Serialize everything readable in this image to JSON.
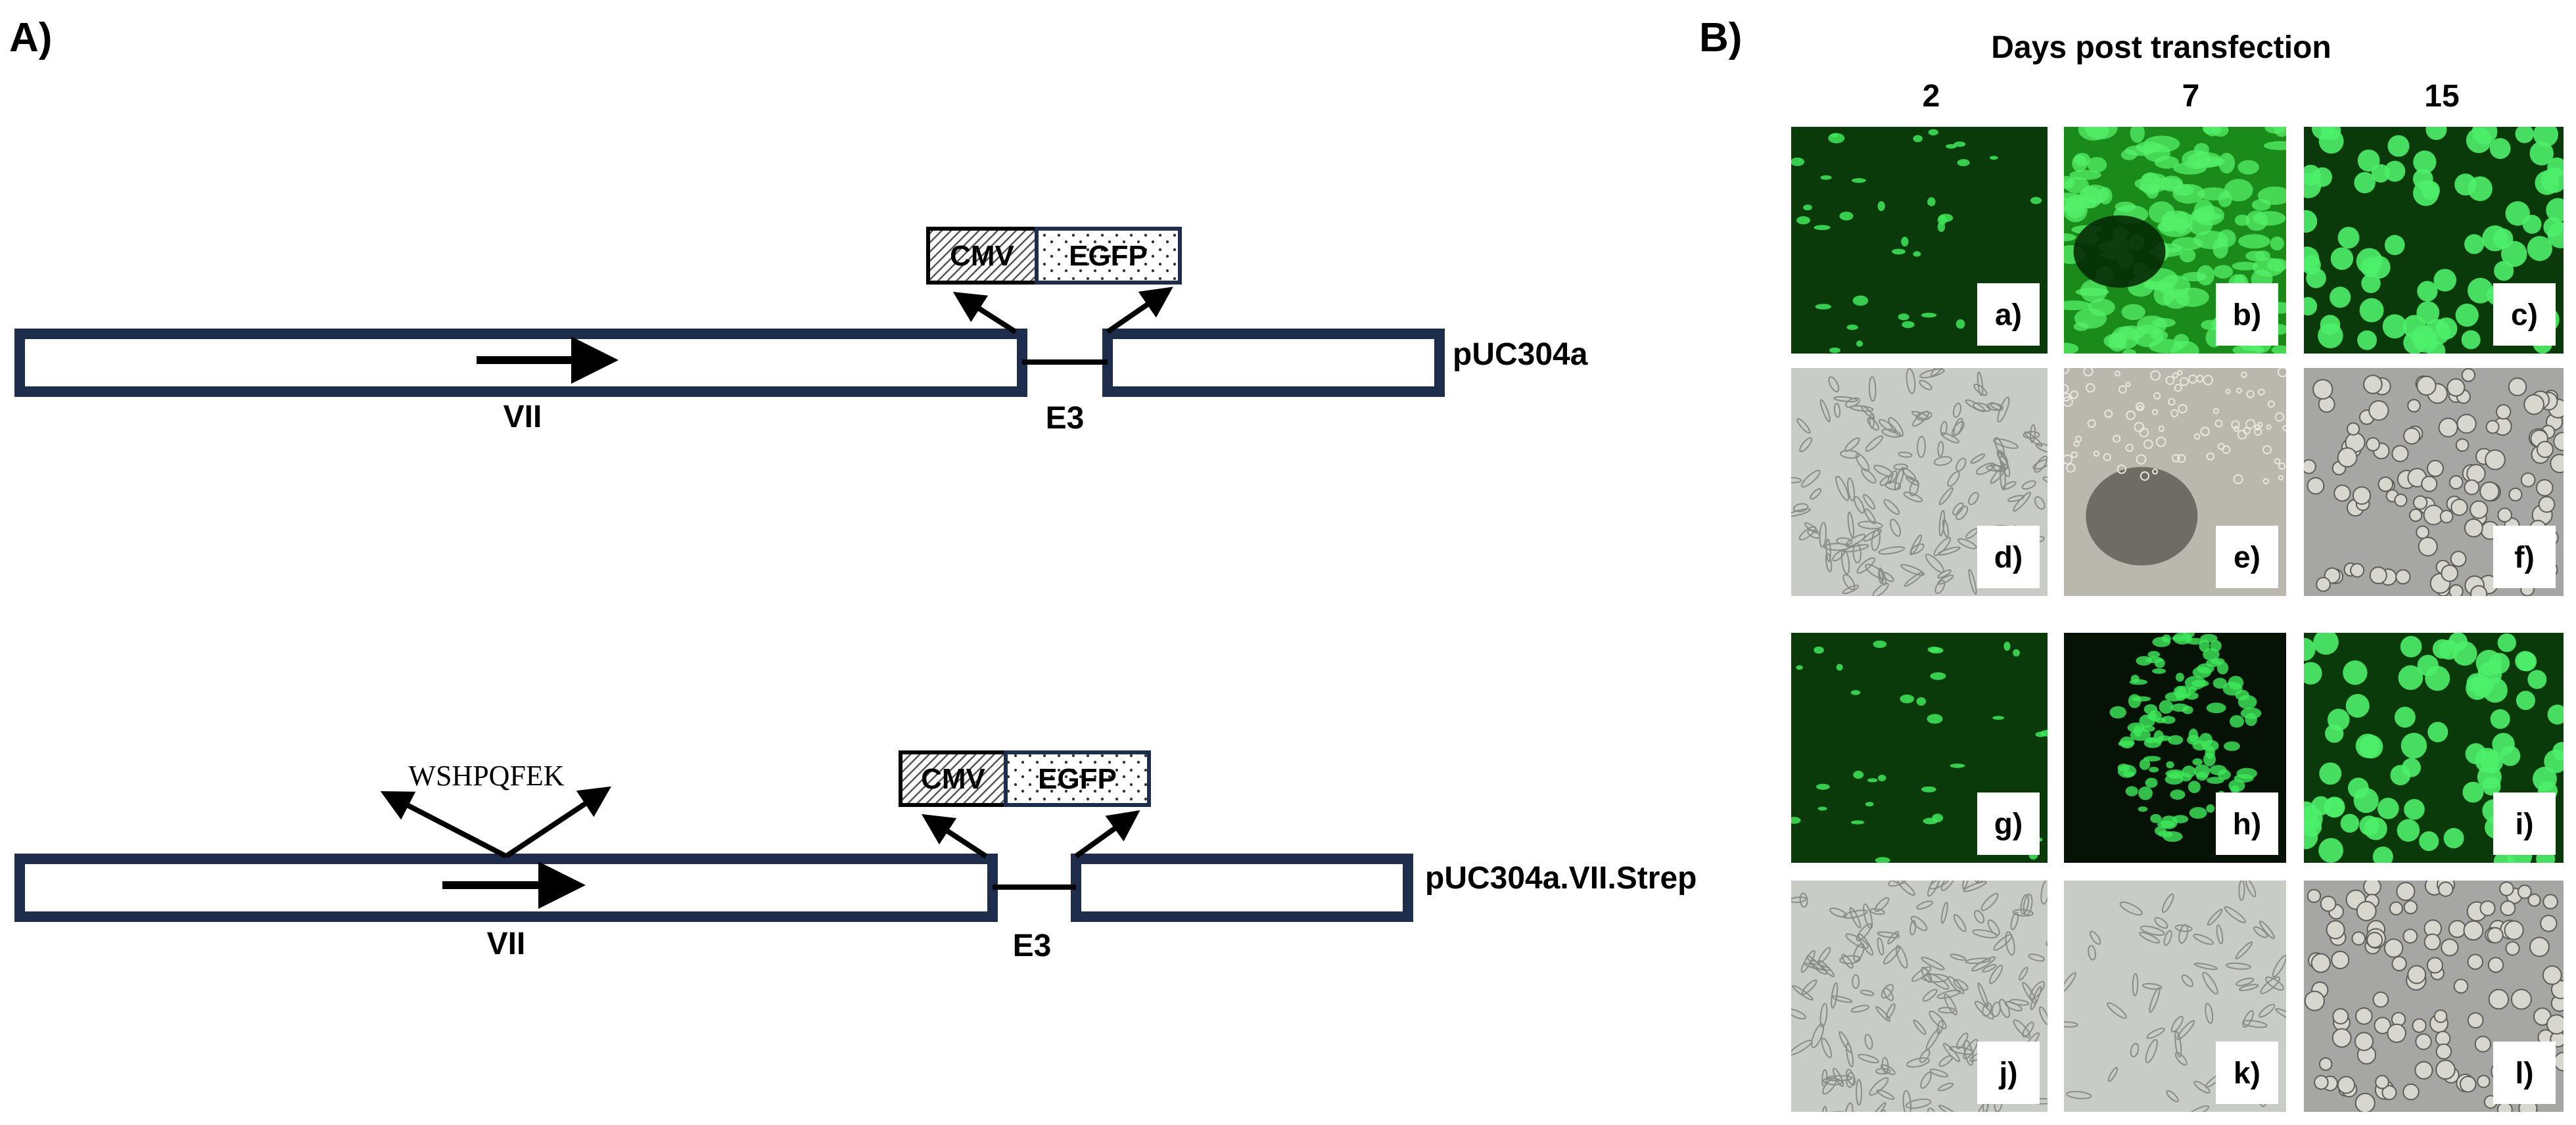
{
  "panel_a": {
    "label": "A)",
    "construct1": {
      "name": "pUC304a",
      "gene_label": "VII",
      "region_label": "E3",
      "promoter": "CMV",
      "reporter": "EGFP"
    },
    "construct2": {
      "name": "pUC304a.VII.Strep",
      "gene_label": "VII",
      "region_label": "E3",
      "promoter": "CMV",
      "reporter": "EGFP",
      "tag": "WSHPQFEK"
    }
  },
  "panel_b": {
    "label": "B)",
    "header": "Days post transfection",
    "columns": [
      "2",
      "7",
      "15"
    ],
    "images": [
      {
        "id": "a)",
        "type": "fluorescence",
        "pattern": "sparse"
      },
      {
        "id": "b)",
        "type": "fluorescence",
        "pattern": "dense"
      },
      {
        "id": "c)",
        "type": "fluorescence",
        "pattern": "cells"
      },
      {
        "id": "d)",
        "type": "brightfield",
        "pattern": "monolayer"
      },
      {
        "id": "e)",
        "type": "brightfield",
        "pattern": "plaque"
      },
      {
        "id": "f)",
        "type": "brightfield",
        "pattern": "rounded"
      },
      {
        "id": "g)",
        "type": "fluorescence",
        "pattern": "sparse"
      },
      {
        "id": "h)",
        "type": "fluorescence",
        "pattern": "focus"
      },
      {
        "id": "i)",
        "type": "fluorescence",
        "pattern": "cells"
      },
      {
        "id": "j)",
        "type": "brightfield",
        "pattern": "monolayer"
      },
      {
        "id": "k)",
        "type": "brightfield",
        "pattern": "sparse"
      },
      {
        "id": "l)",
        "type": "brightfield",
        "pattern": "rounded"
      }
    ]
  },
  "colors": {
    "construct_border": "#1f2d4d",
    "fluor_bg": "#0a3a0a",
    "fluor_cell": "#3fe85a",
    "bright_bg": "#c9cbc6",
    "bright_cell": "#8a8c88"
  }
}
